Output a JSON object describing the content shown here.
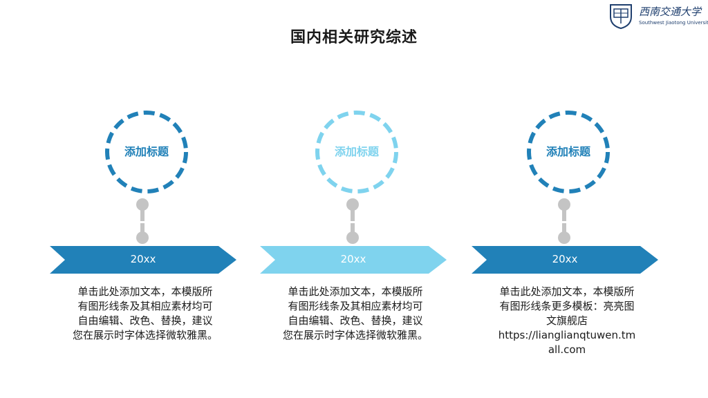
{
  "slide": {
    "title": "国内相关研究综述"
  },
  "logo": {
    "name_cn": "西南交通大学",
    "name_en": "Southwest Jiaotong University"
  },
  "colors": {
    "dark_blue": "#2181b8",
    "light_blue": "#7fd3ee",
    "gray": "#c4c4c4"
  },
  "items": [
    {
      "heading": "添加标题",
      "year": "20xx",
      "lines": [
        "单击此处添加文本，本模版所",
        "有图形线条及其相应素材均可",
        "自由编辑、改色、替换，建议",
        "您在展示时字体选择微软雅黑。",
        ""
      ]
    },
    {
      "heading": "添加标题",
      "year": "20xx",
      "lines": [
        "单击此处添加文本，本模版所",
        "有图形线条及其相应素材均可",
        "自由编辑、改色、替换，建议",
        "您在展示时字体选择微软雅黑。",
        ""
      ]
    },
    {
      "heading": "添加标题",
      "year": "20xx",
      "lines": [
        "单击此处添加文本，本模版所",
        "有图形线条更多模板：亮亮图",
        "文旗舰店",
        "https://lianglianqtuwen.tm",
        "all.com"
      ]
    }
  ]
}
